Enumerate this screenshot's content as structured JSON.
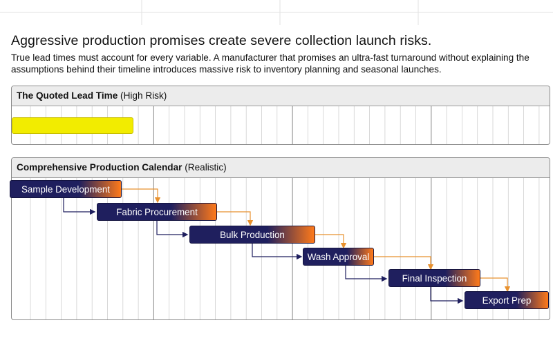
{
  "headline": "Aggressive production promises create severe collection launch risks.",
  "subtext": "True lead times must account for every variable. A manufacturer that promises an ultra-fast turnaround without explaining the assumptions behind their timeline introduces massive risk to inventory planning and seasonal launches.",
  "quoted_panel": {
    "title_bold": "The Quoted Lead Time",
    "title_rest": " (High Risk)"
  },
  "calendar_panel": {
    "title_bold": "Comprehensive Production Calendar",
    "title_rest": " (Realistic)"
  },
  "tasks": [
    {
      "label": "Sample Development"
    },
    {
      "label": "Fabric Procurement"
    },
    {
      "label": "Bulk Production"
    },
    {
      "label": "Wash Approval"
    },
    {
      "label": "Final Inspection"
    },
    {
      "label": "Export Prep"
    }
  ],
  "colors": {
    "quoted_bar": "#f2ec00",
    "task_navy": "#1f1f5e",
    "task_orange": "#ff7a1a",
    "arrow_orange": "#e8912e",
    "arrow_navy": "#1f1f5e"
  }
}
